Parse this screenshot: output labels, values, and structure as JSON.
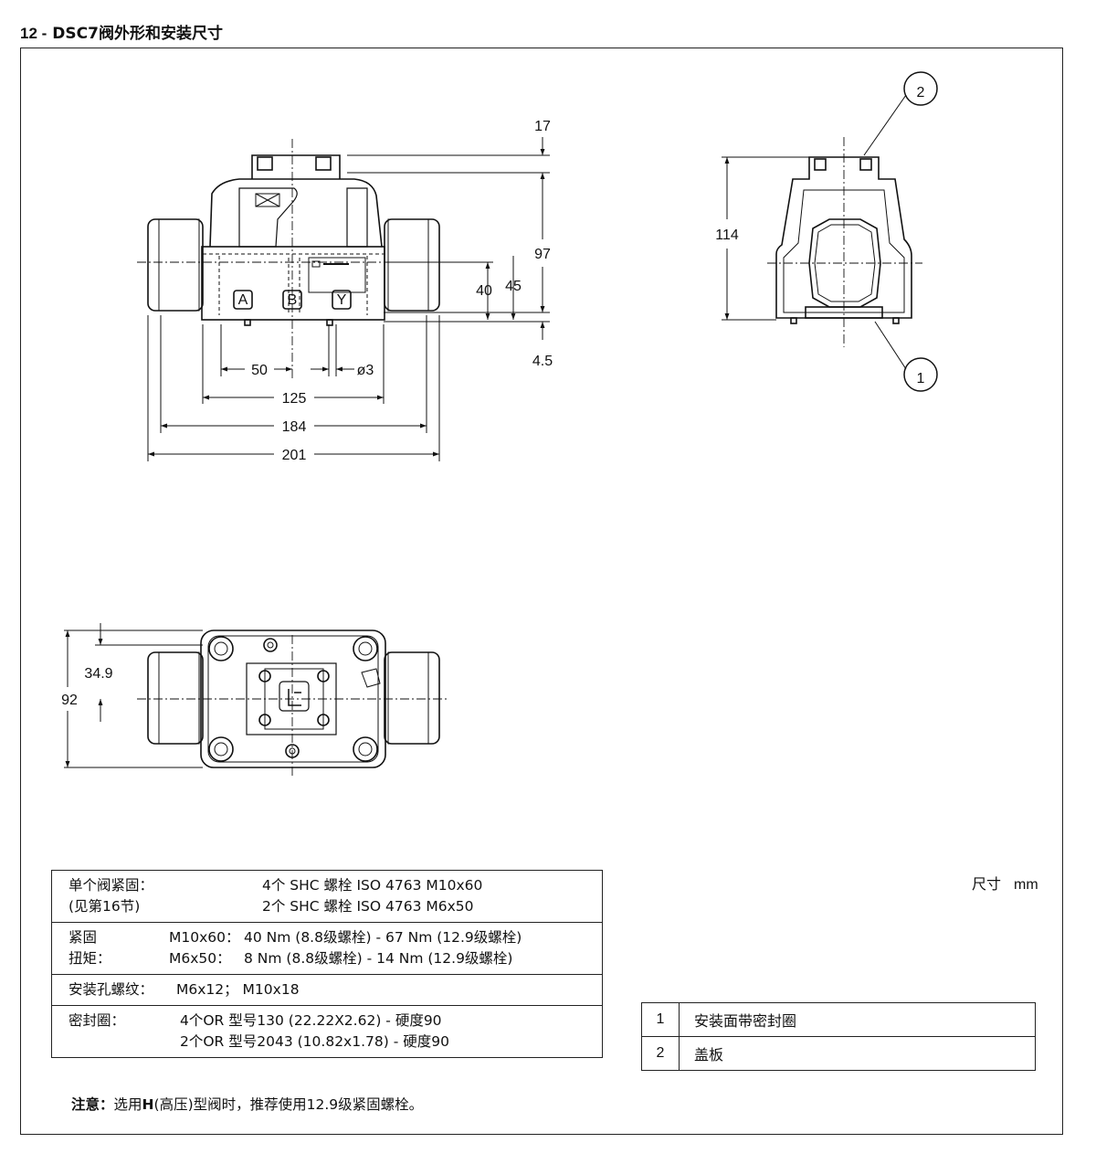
{
  "heading": {
    "number": "12 -",
    "title": "DSC7阀外形和安装尺寸"
  },
  "dimensions": {
    "d17": "17",
    "d97": "97",
    "d40": "40",
    "d45": "45",
    "d4_5": "4.5",
    "d50": "50",
    "d3": "ø3",
    "d125": "125",
    "d184": "184",
    "d201": "201",
    "d114": "114",
    "d34_9": "34.9",
    "d92": "92"
  },
  "port_labels": {
    "a": "A",
    "b": "B",
    "y": "Y"
  },
  "callouts": {
    "c1": "1",
    "c2": "2"
  },
  "unit": {
    "label": "尺寸",
    "value": "mm"
  },
  "spec": {
    "fastening_label1": "单个阀紧固：",
    "fastening_label2": "(见第16节)",
    "fastening_val1": "4个 SHC 螺栓 ISO 4763 M10x60",
    "fastening_val2": "2个 SHC 螺栓 ISO 4763 M6x50",
    "torque_label1": "紧固",
    "torque_label2": "扭矩：",
    "torque_key1": "M10x60：",
    "torque_val1": "40 Nm (8.8级螺栓) - 67 Nm (12.9级螺栓)",
    "torque_key2": "M6x50：",
    "torque_val2": "8 Nm (8.8级螺栓) - 14 Nm (12.9级螺栓)",
    "thread_label": "安装孔螺纹：",
    "thread_val": "M6x12； M10x18",
    "seal_label": "密封圈：",
    "seal_val1": "4个OR 型号130 (22.22X2.62) - 硬度90",
    "seal_val2": "2个OR 型号2043 (10.82x1.78) - 硬度90"
  },
  "legend": [
    {
      "num": "1",
      "text": "安装面带密封圈"
    },
    {
      "num": "2",
      "text": "盖板"
    }
  ],
  "note": {
    "prefix": "注意：",
    "text_a": "选用",
    "bold": "H",
    "text_b": "(高压)型阀时，推荐使用12.9级紧固螺栓。"
  }
}
